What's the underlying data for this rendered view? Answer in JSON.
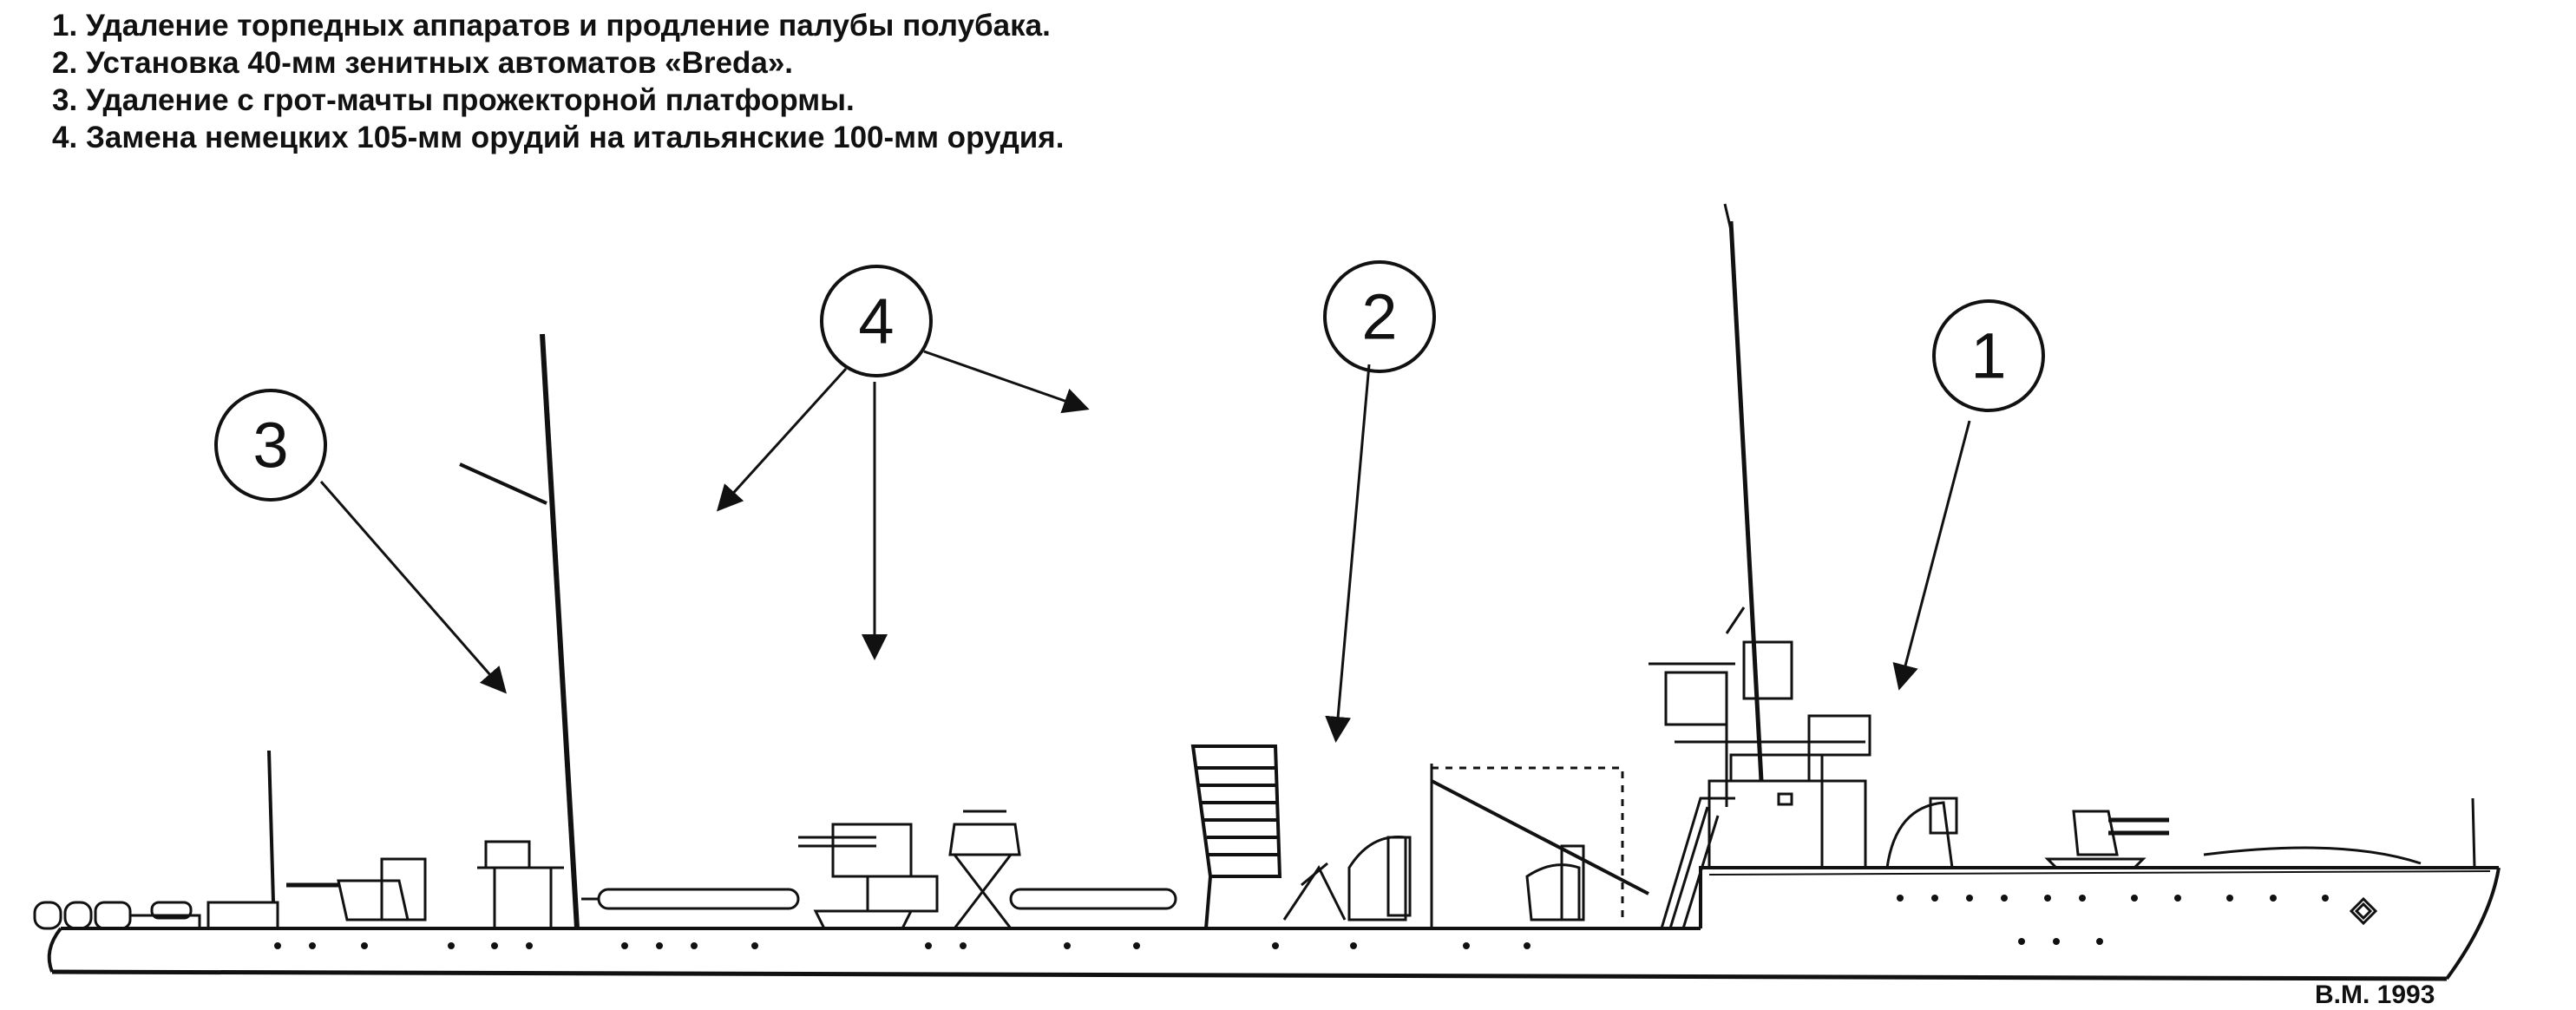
{
  "notes": [
    {
      "number": "1.",
      "text": "Удаление торпедных аппаратов и продление палубы полубака."
    },
    {
      "number": "2.",
      "text": "Установка 40-мм зенитных автоматов «Breda»."
    },
    {
      "number": "3.",
      "text": "Удаление с грот-мачты прожекторной платформы."
    },
    {
      "number": "4.",
      "text": "Замена немецких 105-мм орудий на итальянские 100-мм орудия."
    }
  ],
  "callouts": [
    {
      "label": "1"
    },
    {
      "label": "2"
    },
    {
      "label": "3"
    },
    {
      "label": "4"
    }
  ],
  "credit": "В.М. 1993",
  "colors": {
    "ink": "#111111",
    "paper": "#ffffff"
  }
}
